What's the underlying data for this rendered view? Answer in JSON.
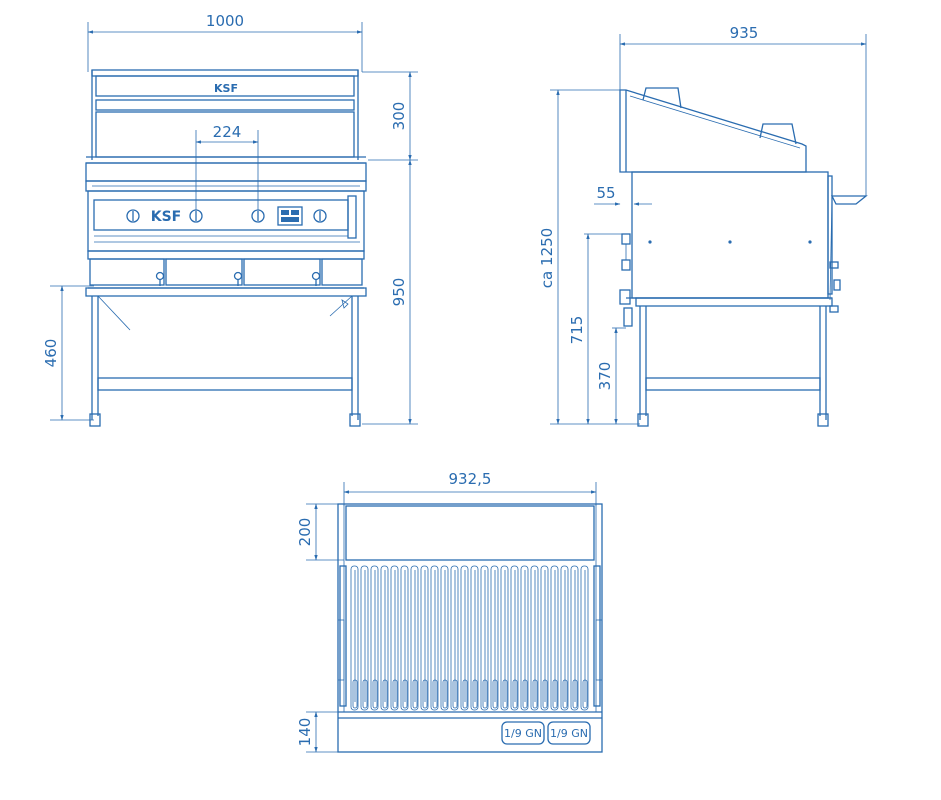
{
  "colors": {
    "line": "#2a6cb0",
    "background": "#ffffff"
  },
  "front": {
    "logo_top": "KSF",
    "logo_panel": "KSF",
    "dims": {
      "width": "1000",
      "height_top": "300",
      "height_body": "950",
      "height_leg": "460",
      "knob_spacing": "224"
    }
  },
  "side": {
    "dims": {
      "depth": "935",
      "total_height": "ca 1250",
      "offset": "55",
      "height_715": "715",
      "height_370": "370"
    }
  },
  "top": {
    "dims": {
      "width": "932,5",
      "depth_200": "200",
      "depth_140": "140"
    },
    "gn_labels": [
      "1/9 GN",
      "1/9 GN"
    ]
  }
}
